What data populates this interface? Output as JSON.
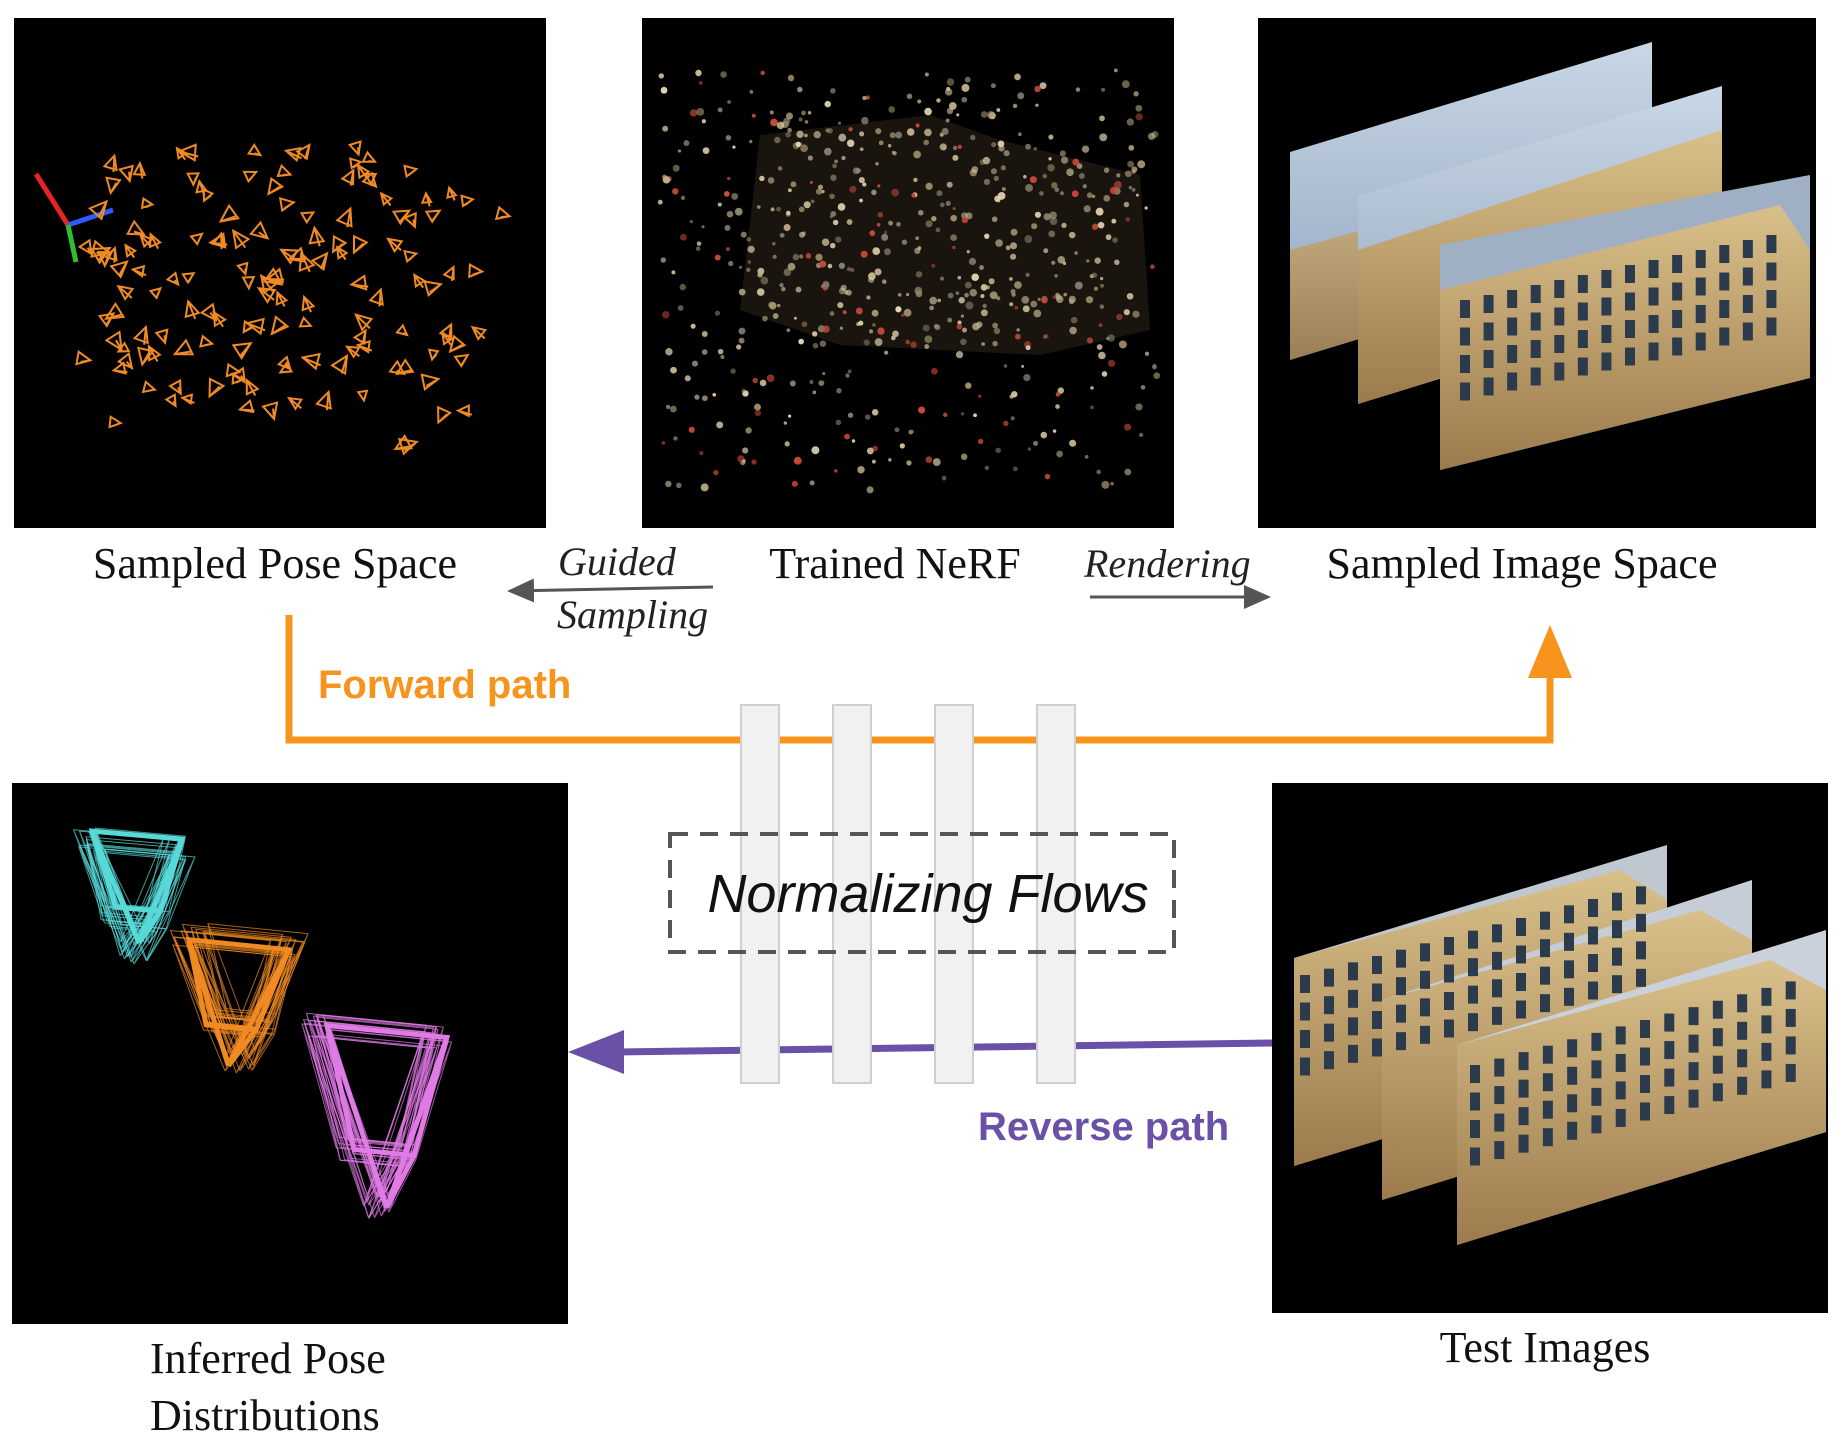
{
  "labels": {
    "sampled_pose_space": "Sampled Pose Space",
    "trained_nerf": "Trained NeRF",
    "sampled_image_space": "Sampled Image Space",
    "guided": "Guided",
    "sampling": "Sampling",
    "rendering": "Rendering",
    "forward_path": "Forward path",
    "normalizing_flows": "Normalizing Flows",
    "reverse_path": "Reverse path",
    "inferred_pose_line1": "Inferred Pose",
    "inferred_pose_line2": "Distributions",
    "test_images": "Test Images"
  },
  "colors": {
    "forward": "#f7941d",
    "reverse": "#6a50a7",
    "camera_cyan": "#5ad8d8",
    "camera_orange": "#f08a24",
    "camera_pink": "#e07be6",
    "panel": "#000000",
    "flow_bar": "#f1f1f1"
  }
}
